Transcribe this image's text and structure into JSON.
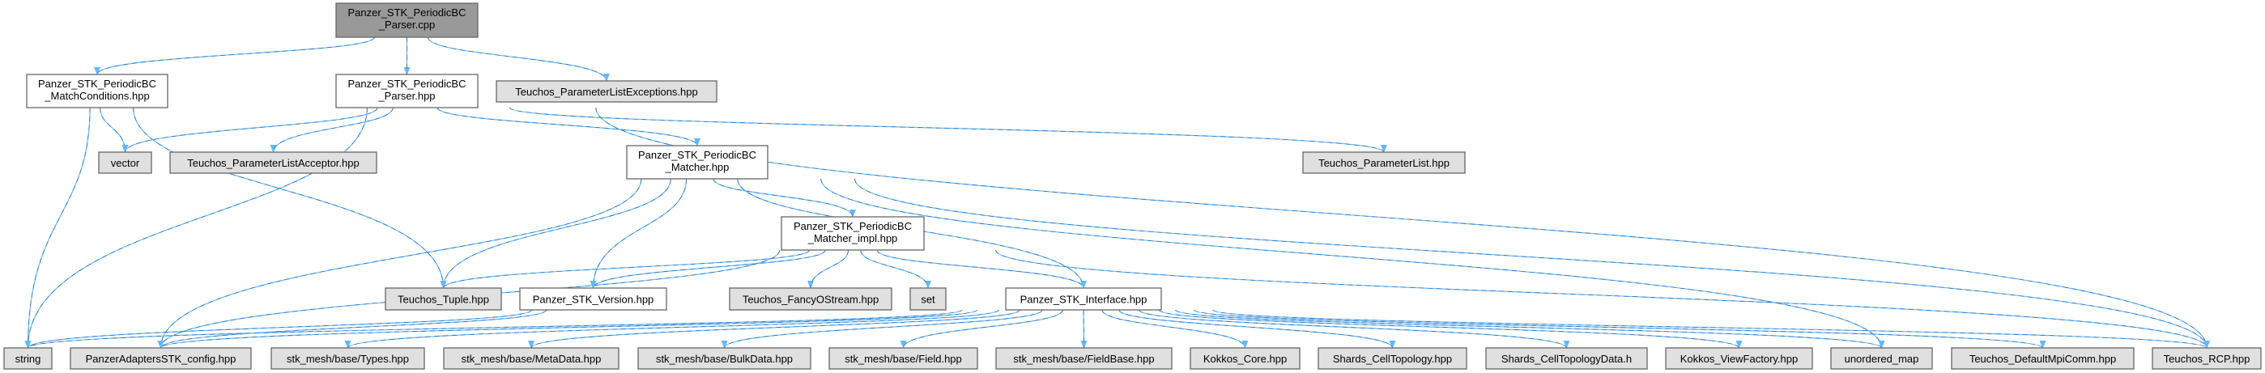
{
  "colors": {
    "root_fill": "#999999",
    "documented_fill": "#ffffff",
    "external_fill": "#e0e0e0",
    "edge": "#63b8ff"
  },
  "nodes": [
    {
      "id": "root",
      "kind": "root",
      "lines": [
        "Panzer_STK_PeriodicBC",
        "_Parser.cpp"
      ]
    },
    {
      "id": "mc",
      "kind": "documented",
      "lines": [
        "Panzer_STK_PeriodicBC",
        "_MatchConditions.hpp"
      ]
    },
    {
      "id": "parser",
      "kind": "documented",
      "lines": [
        "Panzer_STK_PeriodicBC",
        "_Parser.hpp"
      ]
    },
    {
      "id": "ple",
      "kind": "external",
      "lines": [
        "Teuchos_ParameterListExceptions.hpp"
      ]
    },
    {
      "id": "vector",
      "kind": "external",
      "lines": [
        "vector"
      ]
    },
    {
      "id": "pla",
      "kind": "external",
      "lines": [
        "Teuchos_ParameterListAcceptor.hpp"
      ]
    },
    {
      "id": "matcher",
      "kind": "documented",
      "lines": [
        "Panzer_STK_PeriodicBC",
        "_Matcher.hpp"
      ]
    },
    {
      "id": "plist",
      "kind": "external",
      "lines": [
        "Teuchos_ParameterList.hpp"
      ]
    },
    {
      "id": "impl",
      "kind": "documented",
      "lines": [
        "Panzer_STK_PeriodicBC",
        "_Matcher_impl.hpp"
      ]
    },
    {
      "id": "tuple",
      "kind": "external",
      "lines": [
        "Teuchos_Tuple.hpp"
      ]
    },
    {
      "id": "version",
      "kind": "documented",
      "lines": [
        "Panzer_STK_Version.hpp"
      ]
    },
    {
      "id": "fancy",
      "kind": "external",
      "lines": [
        "Teuchos_FancyOStream.hpp"
      ]
    },
    {
      "id": "set",
      "kind": "external",
      "lines": [
        "set"
      ]
    },
    {
      "id": "iface",
      "kind": "documented",
      "lines": [
        "Panzer_STK_Interface.hpp"
      ]
    },
    {
      "id": "string",
      "kind": "external",
      "lines": [
        "string"
      ]
    },
    {
      "id": "config",
      "kind": "external",
      "lines": [
        "PanzerAdaptersSTK_config.hpp"
      ]
    },
    {
      "id": "types",
      "kind": "external",
      "lines": [
        "stk_mesh/base/Types.hpp"
      ]
    },
    {
      "id": "metadata",
      "kind": "external",
      "lines": [
        "stk_mesh/base/MetaData.hpp"
      ]
    },
    {
      "id": "bulk",
      "kind": "external",
      "lines": [
        "stk_mesh/base/BulkData.hpp"
      ]
    },
    {
      "id": "field",
      "kind": "external",
      "lines": [
        "stk_mesh/base/Field.hpp"
      ]
    },
    {
      "id": "fieldbase",
      "kind": "external",
      "lines": [
        "stk_mesh/base/FieldBase.hpp"
      ]
    },
    {
      "id": "kcore",
      "kind": "external",
      "lines": [
        "Kokkos_Core.hpp"
      ]
    },
    {
      "id": "shards",
      "kind": "external",
      "lines": [
        "Shards_CellTopology.hpp"
      ]
    },
    {
      "id": "shardsdata",
      "kind": "external",
      "lines": [
        "Shards_CellTopologyData.h"
      ]
    },
    {
      "id": "kvf",
      "kind": "external",
      "lines": [
        "Kokkos_ViewFactory.hpp"
      ]
    },
    {
      "id": "umap",
      "kind": "external",
      "lines": [
        "unordered_map"
      ]
    },
    {
      "id": "mpi",
      "kind": "external",
      "lines": [
        "Teuchos_DefaultMpiComm.hpp"
      ]
    },
    {
      "id": "rcp",
      "kind": "external",
      "lines": [
        "Teuchos_RCP.hpp"
      ]
    }
  ],
  "edges": [
    [
      "root",
      "mc"
    ],
    [
      "root",
      "parser"
    ],
    [
      "root",
      "ple"
    ],
    [
      "mc",
      "vector"
    ],
    [
      "mc",
      "string"
    ],
    [
      "mc",
      "tuple"
    ],
    [
      "parser",
      "vector"
    ],
    [
      "parser",
      "pla"
    ],
    [
      "parser",
      "string"
    ],
    [
      "parser",
      "matcher"
    ],
    [
      "parser",
      "plist"
    ],
    [
      "parser",
      "rcp"
    ],
    [
      "matcher",
      "impl"
    ],
    [
      "matcher",
      "tuple"
    ],
    [
      "matcher",
      "version"
    ],
    [
      "matcher",
      "config"
    ],
    [
      "matcher",
      "iface"
    ],
    [
      "matcher",
      "rcp"
    ],
    [
      "matcher",
      "umap"
    ],
    [
      "impl",
      "tuple"
    ],
    [
      "impl",
      "version"
    ],
    [
      "impl",
      "fancy"
    ],
    [
      "impl",
      "set"
    ],
    [
      "impl",
      "iface"
    ],
    [
      "impl",
      "config"
    ],
    [
      "impl",
      "rcp"
    ],
    [
      "version",
      "string"
    ],
    [
      "version",
      "config"
    ],
    [
      "iface",
      "string"
    ],
    [
      "iface",
      "config"
    ],
    [
      "iface",
      "types"
    ],
    [
      "iface",
      "metadata"
    ],
    [
      "iface",
      "bulk"
    ],
    [
      "iface",
      "field"
    ],
    [
      "iface",
      "fieldbase"
    ],
    [
      "iface",
      "kcore"
    ],
    [
      "iface",
      "shards"
    ],
    [
      "iface",
      "shardsdata"
    ],
    [
      "iface",
      "kvf"
    ],
    [
      "iface",
      "umap"
    ],
    [
      "iface",
      "mpi"
    ],
    [
      "iface",
      "rcp"
    ]
  ]
}
